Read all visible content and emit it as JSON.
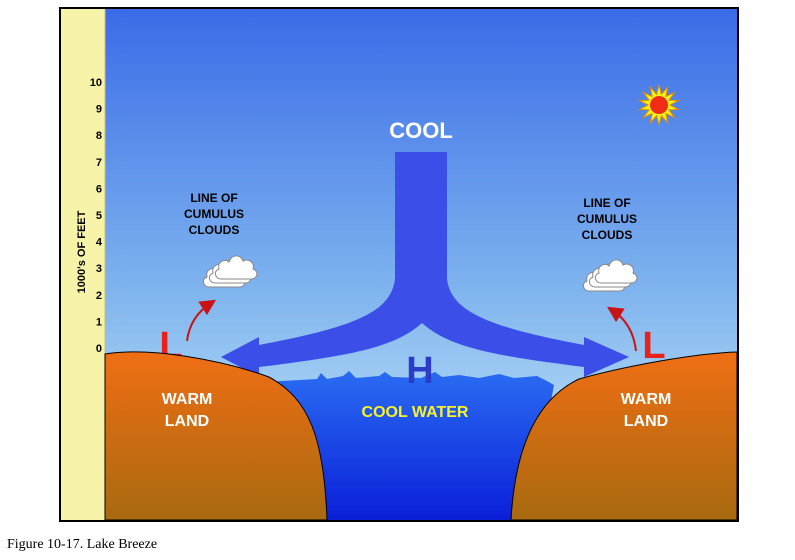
{
  "figure": {
    "axis_label": "1000's OF FEET",
    "ticks": [
      "0",
      "1",
      "2",
      "3",
      "4",
      "5",
      "6",
      "7",
      "8",
      "9",
      "10"
    ],
    "cool_label": "COOL",
    "high_label": "H",
    "low_left_label": "L",
    "low_right_label": "L",
    "clouds_left": [
      "LINE OF",
      "CUMULUS",
      "CLOUDS"
    ],
    "clouds_right": [
      "LINE OF",
      "CUMULUS",
      "CLOUDS"
    ],
    "land_left": [
      "WARM",
      "LAND"
    ],
    "land_right": [
      "WARM",
      "LAND"
    ],
    "water_label": "COOL WATER",
    "colors": {
      "sky_top": "#3b6ee8",
      "sky_bottom": "#cfeef7",
      "axis_panel": "#f7f3a8",
      "airflow": "#3b4fe8",
      "land": "#e56f1a",
      "water": "#1a5cf0",
      "low_marker": "#e8221a",
      "water_text": "#f7f22a"
    }
  },
  "caption": "Figure 10-17. Lake Breeze"
}
